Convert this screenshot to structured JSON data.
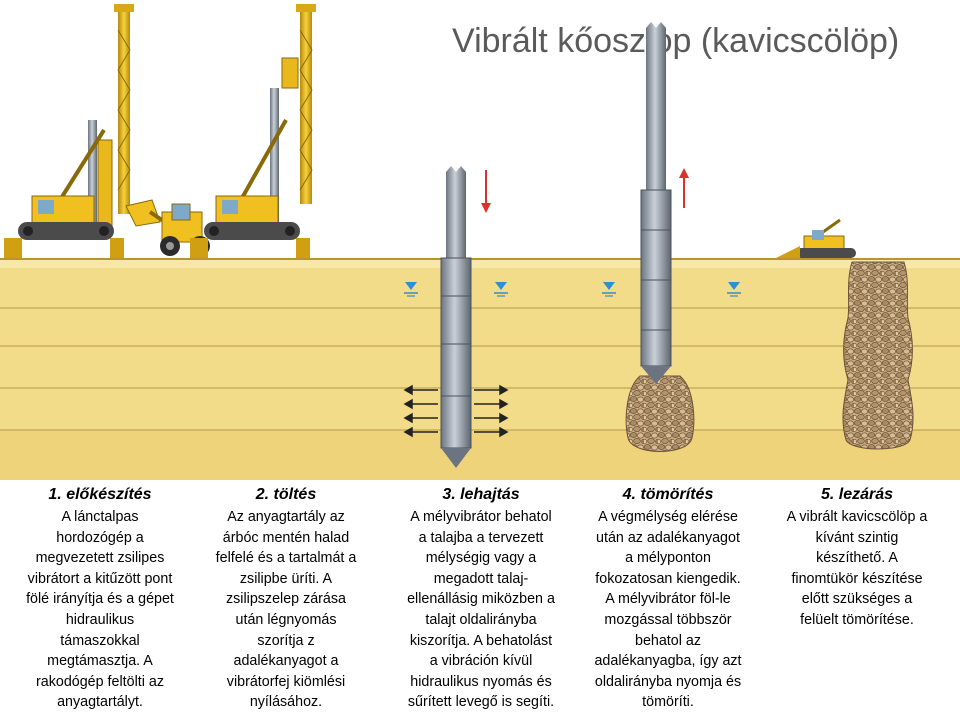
{
  "title": "Vibrált kőoszlop (kavicscölöp)",
  "colors": {
    "soil": "#f2dc8a",
    "soil_line": "#c9ad5c",
    "rig": "#f0c020",
    "steel": "#9aa3ad",
    "gravel": "#b89a75",
    "arrow_down": "#d9322b",
    "arrow_up": "#d9322b",
    "water": "#2f8fd0"
  },
  "steps": [
    {
      "heading": "1. előkészítés",
      "lines": [
        "A lánctalpas",
        "hordozógép a",
        "megvezetett zsilipes",
        "vibrátort a kitűzött pont",
        "fölé irányítja és a gépet",
        "hidraulikus",
        "támaszokkal",
        "megtámasztja. A",
        "rakodógép feltölti az",
        "anyagtartályt."
      ]
    },
    {
      "heading": "2. töltés",
      "lines": [
        "Az anyagtartály az",
        "árbóc mentén halad",
        "felfelé és a tartalmát a",
        "zsilipbe üríti. A",
        "zsilipszelep zárása",
        "után légnyomás",
        "szorítja z",
        "adalékanyagot a",
        "vibrátorfej kiömlési",
        "nyílásához."
      ]
    },
    {
      "heading": "3. lehajtás",
      "lines": [
        "A mélyvibrátor behatol",
        "a talajba a tervezett",
        "mélységig vagy a",
        "megadott talaj-",
        "ellenállásig miközben a",
        "talajt oldalirányba",
        "kiszorítja. A behatolást",
        "a vibráción kívül",
        "hidraulikus nyomás és",
        "sűrített levegő is segíti."
      ]
    },
    {
      "heading": "4. tömörítés",
      "lines": [
        "A végmélység elérése",
        "után az adalékanyagot",
        "a mélyponton",
        "fokozatosan kiengedik.",
        "A mélyvibrátor föl-le",
        "mozgással többször",
        "behatol az",
        "adalékanyagba, így azt",
        "oldalirányba nyomja és",
        "tömöríti."
      ]
    },
    {
      "heading": "5. lezárás",
      "lines": [
        "A vibrált kavicscölöp a",
        "kívánt szintig",
        "készíthető. A",
        "finomtükör készítése",
        "előtt szükséges a",
        "felüelt tömörítése."
      ]
    }
  ]
}
